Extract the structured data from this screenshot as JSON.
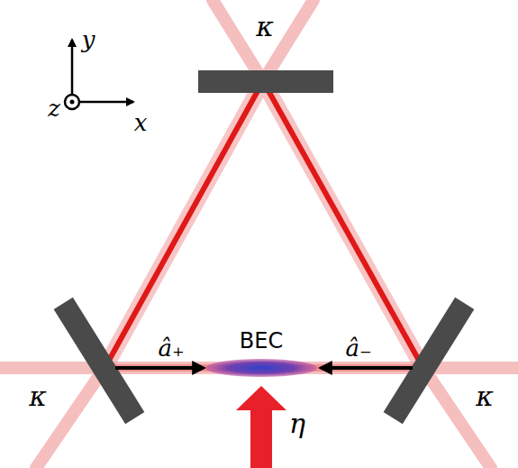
{
  "diagram": {
    "labels": [
      "y",
      "z",
      "x",
      "κ",
      "κ",
      "κ",
      "â₊",
      "â₋",
      "BEC",
      "η"
    ]
  }
}
